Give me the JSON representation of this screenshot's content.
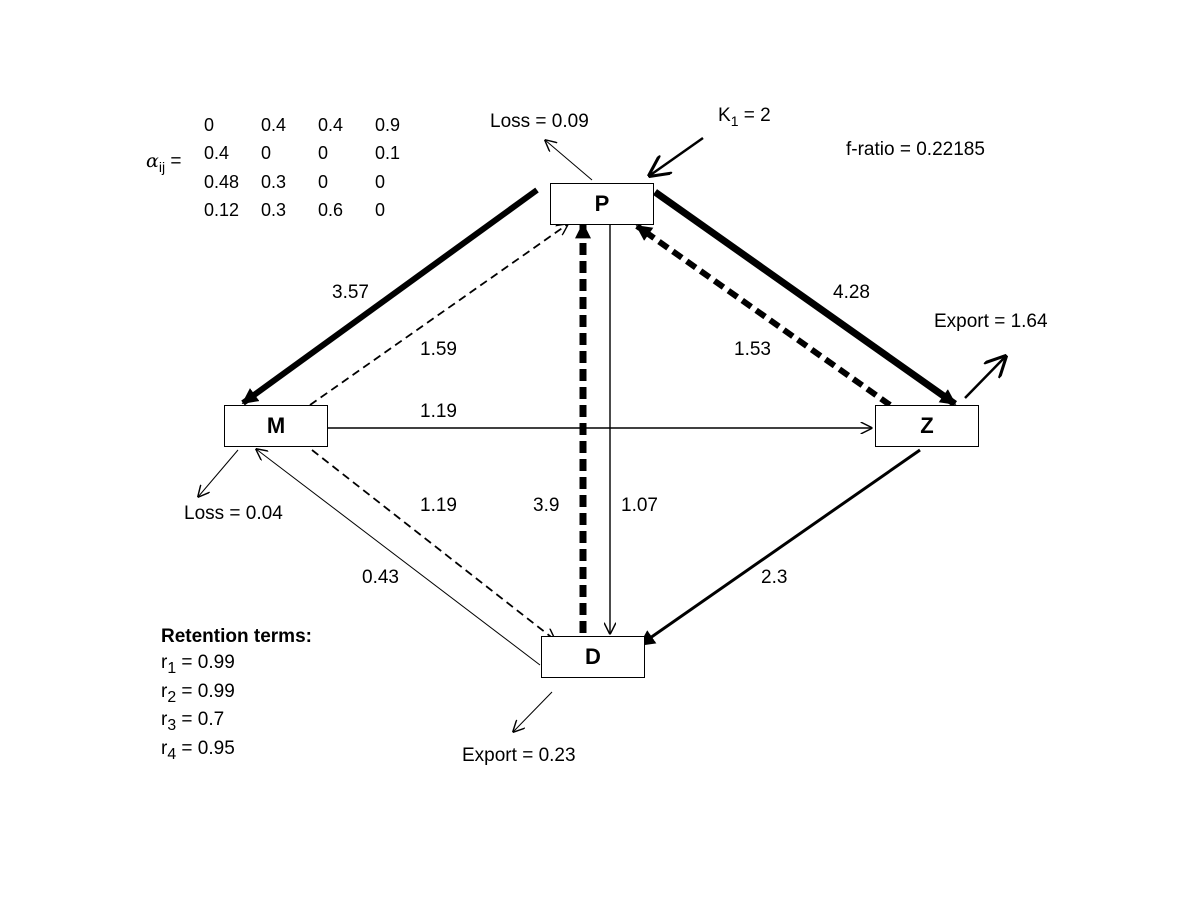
{
  "nodes": {
    "p": "P",
    "m": "M",
    "z": "Z",
    "d": "D"
  },
  "flows": {
    "p_to_m": "3.57",
    "m_to_p": "1.59",
    "p_to_z": "4.28",
    "z_to_p": "1.53",
    "m_to_z": "1.19",
    "m_to_d": "1.19",
    "d_to_p": "3.9",
    "p_to_d": "1.07",
    "d_to_m": "0.43",
    "z_to_d": "2.3"
  },
  "outputs": {
    "p_loss": "Loss = 0.09",
    "m_loss": "Loss = 0.04",
    "z_export": "Export = 1.64",
    "d_export": "Export = 0.23"
  },
  "input": {
    "k_symbol": "K",
    "k_sub": "1",
    "k_rest": " = 2"
  },
  "f_ratio": "f-ratio = 0.22185",
  "alpha": {
    "symbol": "α",
    "sub": "ij",
    "eq": " =",
    "matrix": [
      [
        "0",
        "0.4",
        "0.4",
        "0.9"
      ],
      [
        "0.4",
        "0",
        "0",
        "0.1"
      ],
      [
        "0.48",
        "0.3",
        "0",
        "0"
      ],
      [
        "0.12",
        "0.3",
        "0.6",
        "0"
      ]
    ]
  },
  "retention": {
    "title": "Retention terms:",
    "terms": [
      {
        "sym": "r",
        "sub": "1",
        "val": " = 0.99"
      },
      {
        "sym": "r",
        "sub": "2",
        "val": " = 0.99"
      },
      {
        "sym": "r",
        "sub": "3",
        "val": " = 0.7"
      },
      {
        "sym": "r",
        "sub": "4",
        "val": " = 0.95"
      }
    ]
  }
}
